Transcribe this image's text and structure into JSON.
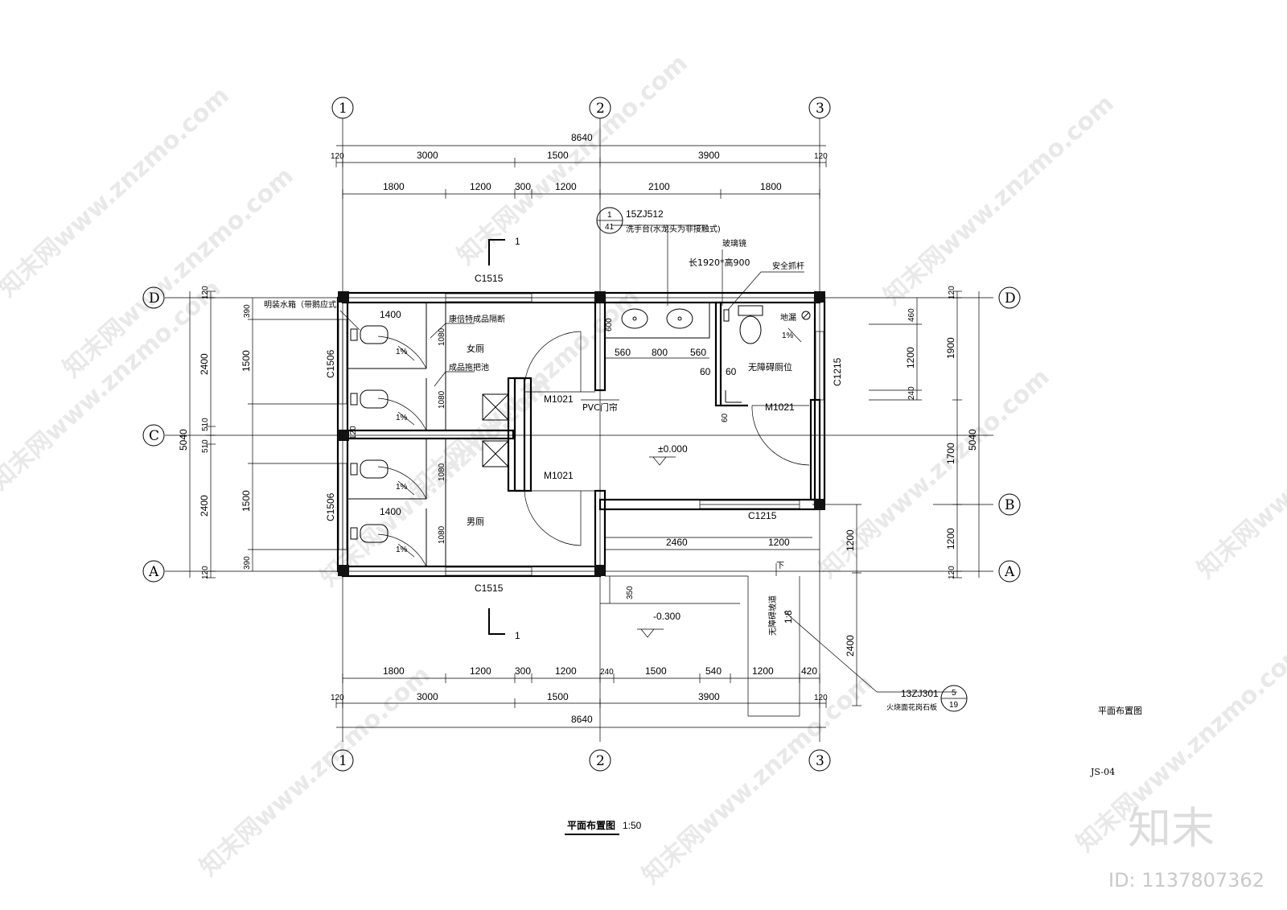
{
  "axes": {
    "x": [
      "1",
      "2",
      "3"
    ],
    "y": [
      "D",
      "C",
      "B",
      "A"
    ]
  },
  "dims": {
    "total": "8640",
    "top_major": [
      "120",
      "3000",
      "1500",
      "3900",
      "120"
    ],
    "top_minor": [
      "1800",
      "1200",
      "300",
      "1200",
      "2100",
      "1800"
    ],
    "bottom_minor": [
      "1800",
      "1200",
      "300",
      "1200",
      "240",
      "1500",
      "540",
      "1200",
      "420"
    ],
    "bottom_major": [
      "120",
      "3000",
      "1500",
      "3900",
      "120"
    ],
    "left_total": "5040",
    "left_a": [
      "120",
      "2400",
      "510",
      "510",
      "2400",
      "120"
    ],
    "left_b": [
      "390",
      "1500",
      "120",
      "1500",
      "390"
    ],
    "right_total": "5040",
    "right_a": [
      "120",
      "1900",
      "1700",
      "1200",
      "120"
    ],
    "right_b": [
      "460",
      "1200",
      "240"
    ],
    "ramp": [
      "1200",
      "2400"
    ],
    "stall_w": [
      "1400",
      "1400"
    ],
    "stall_d": [
      "1080",
      "1080",
      "1080",
      "1080"
    ],
    "sink": [
      "600",
      "560",
      "800",
      "560"
    ],
    "grab": [
      "60",
      "60",
      "60"
    ],
    "step": "350",
    "ramp_top": [
      "2460",
      "1200"
    ]
  },
  "labels": {
    "window_c1515": "C1515",
    "window_c1506": "C1506",
    "window_c1215": "C1215",
    "door_m1021": "M1021",
    "women": "女厕",
    "men": "男厕",
    "accessible": "无障碍厕位",
    "partition": "康倍特成品隔断",
    "tank": "明装水箱（带鹅应式）",
    "mop": "成品拖把池",
    "curtain": "PVC门帘",
    "basin_ref": "15ZJ512",
    "basin_note": "洗手台(水龙头为非接触式)",
    "mirror": "玻璃镜",
    "mirror_size": "长1920*高900",
    "grab_bar": "安全抓杆",
    "floor_drain": "地漏",
    "slope": "1%",
    "level_0": "±0.000",
    "level_m": "-0.300",
    "ramp_name": "无障碍坡道",
    "ramp_ratio": "1:8",
    "down": "下",
    "stone_ref": "13ZJ301",
    "stone_note": "火烧面花岗石板",
    "section_mark": "1",
    "idx_1": "1",
    "idx_41": "41",
    "idx_5": "5",
    "idx_19": "19"
  },
  "title": {
    "main": "平面布置图",
    "scale": "1:50",
    "side": "平面布置图",
    "code": "JS-04"
  },
  "watermark": {
    "site": "知末网www.znzmo.com",
    "logo": "知末",
    "id": "ID: 1137807362"
  }
}
